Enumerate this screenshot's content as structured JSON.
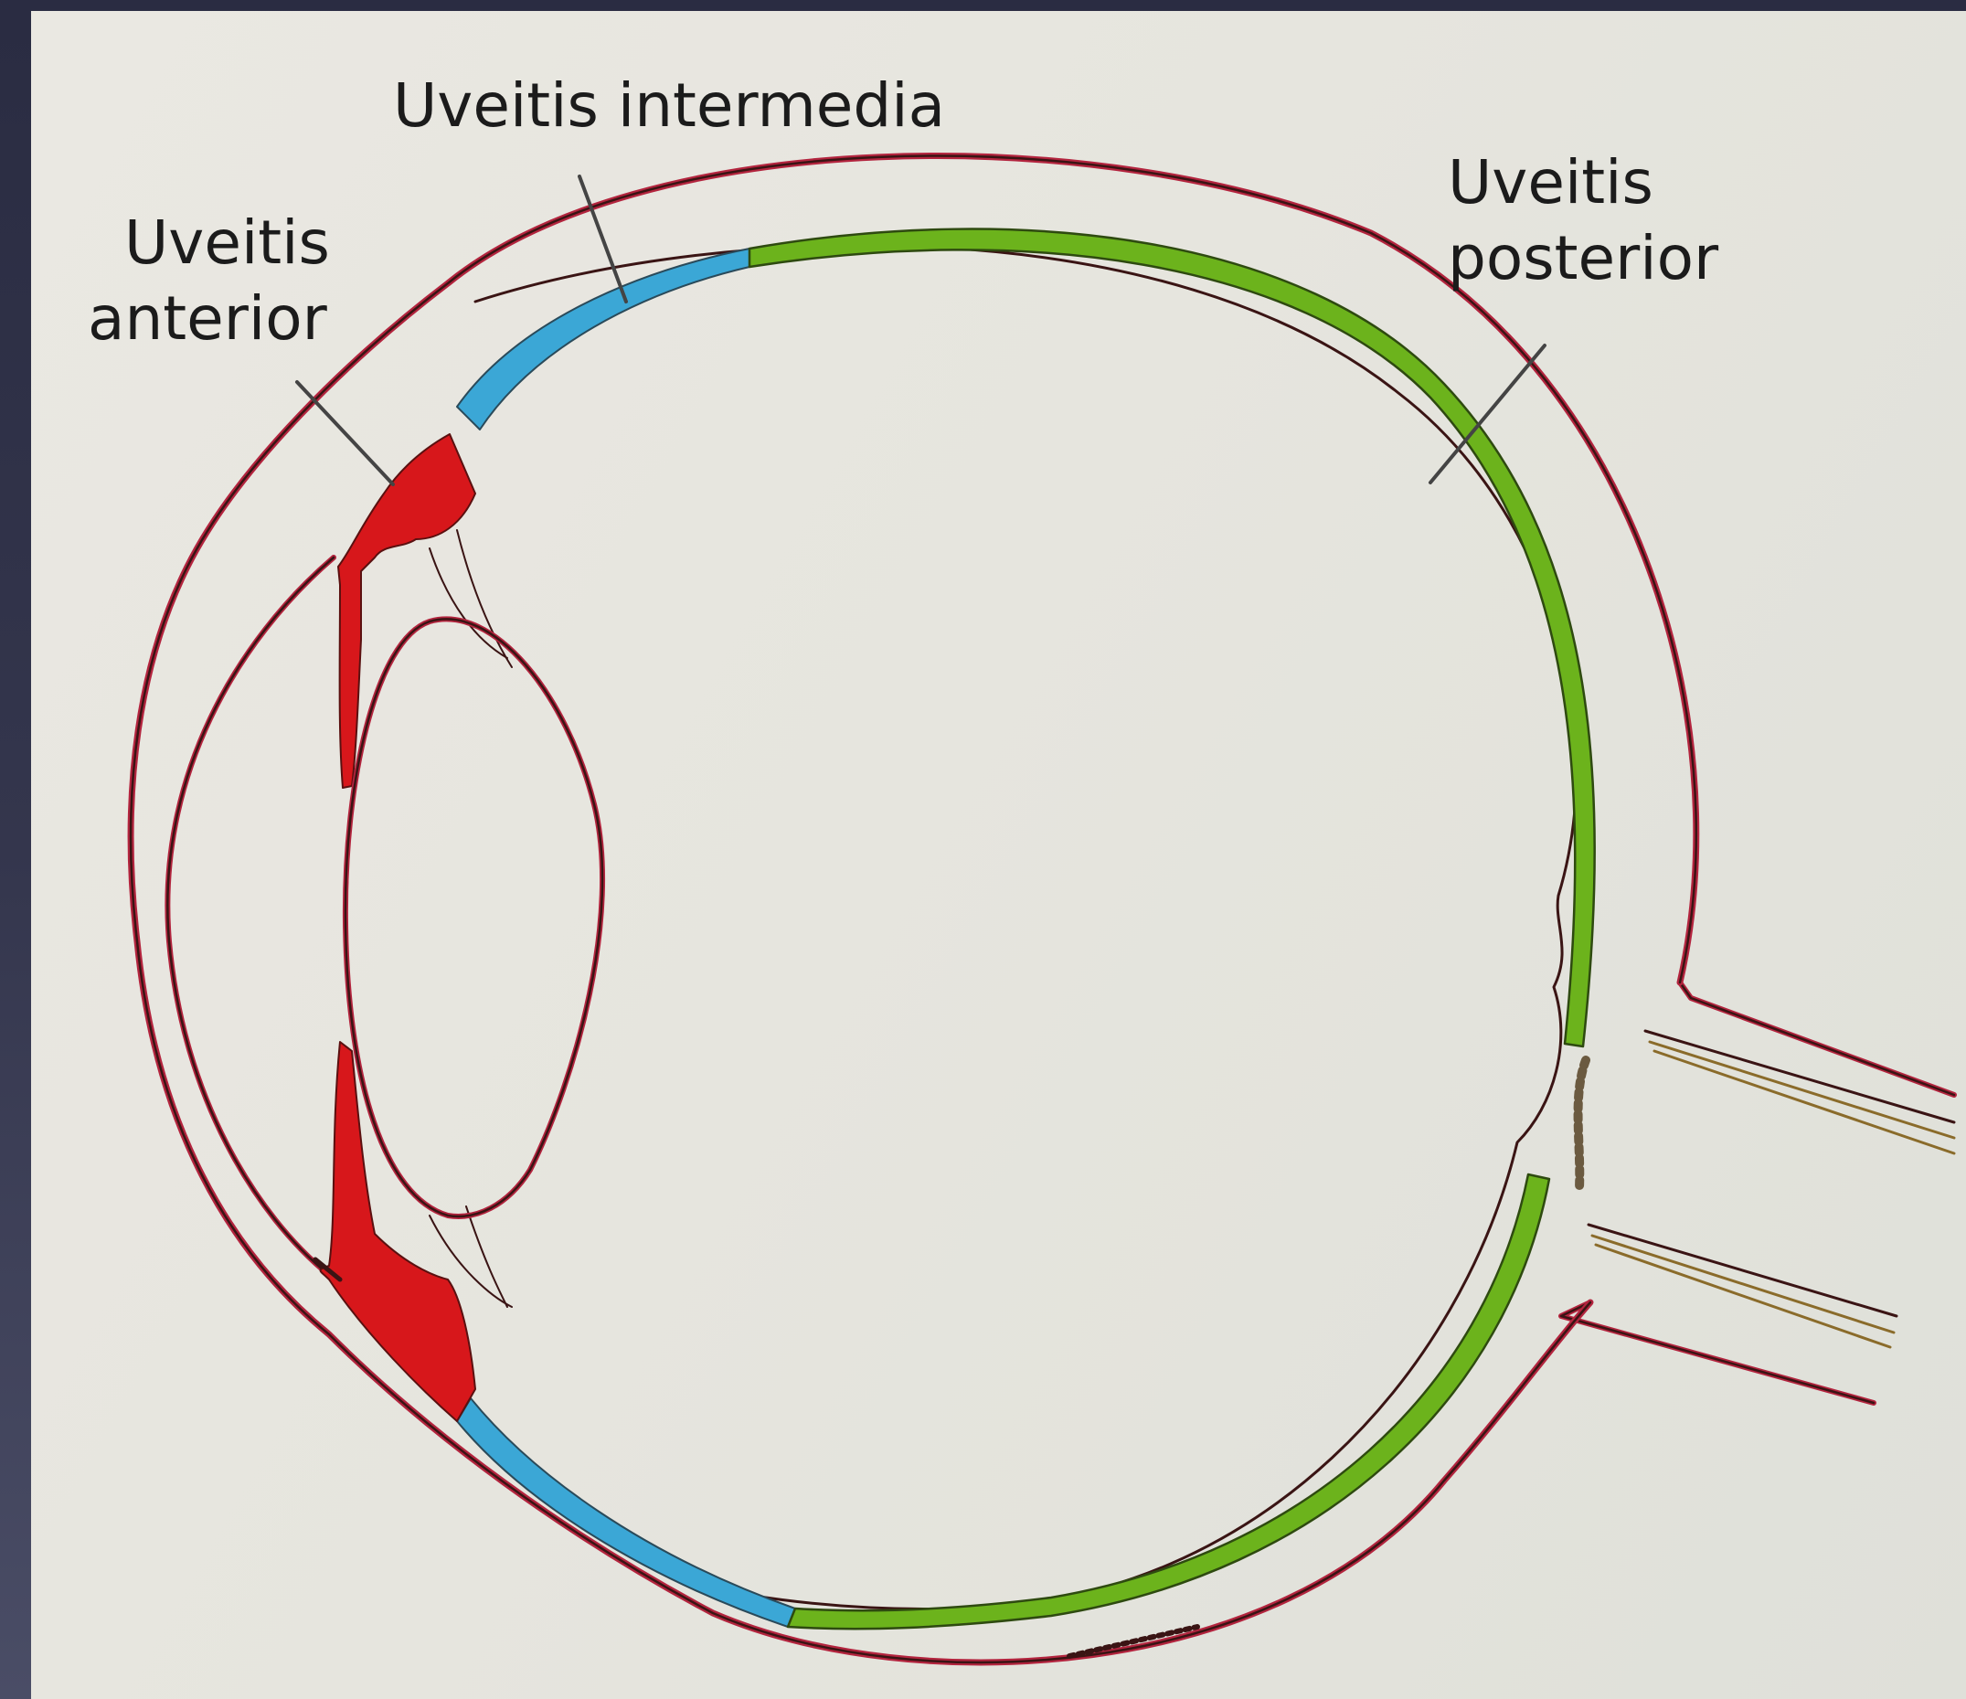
{
  "labels": {
    "anterior": {
      "line1": "Uveitis",
      "line2": "anterior"
    },
    "intermedia": "Uveitis intermedia",
    "posterior": {
      "line1": "Uveitis",
      "line2": "posterior"
    }
  },
  "colors": {
    "anterior_region": "#d7171b",
    "intermediate_region": "#3ba7d6",
    "posterior_region": "#6cb31c",
    "outline": "#3a1414",
    "outline_tint": "#b3243e"
  }
}
